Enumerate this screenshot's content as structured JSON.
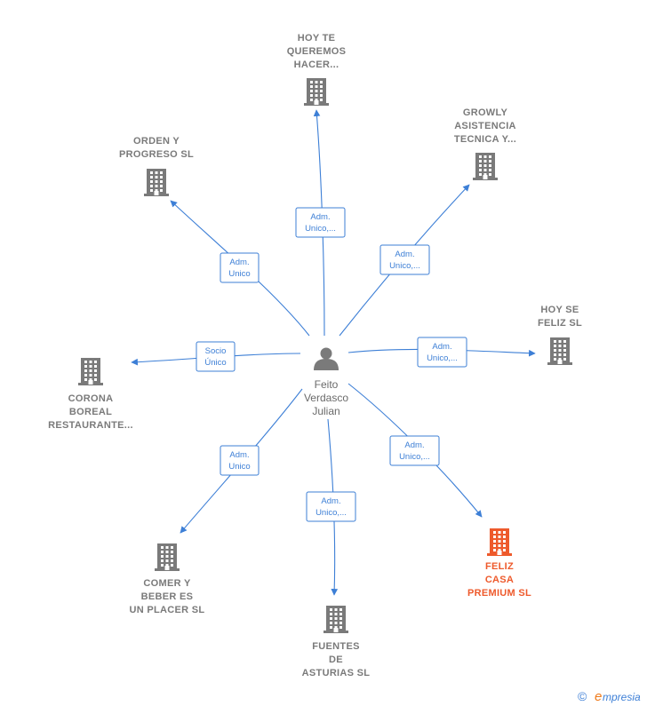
{
  "center": {
    "lines": [
      "Feito",
      "Verdasco",
      "Julian"
    ],
    "icon": "person-icon"
  },
  "companies": [
    {
      "id": "hoy-te-queremos",
      "lines": [
        "HOY TE",
        "QUEREMOS",
        "HACER..."
      ],
      "role": [
        "Adm.",
        "Unico,..."
      ],
      "highlight": false,
      "icon": "building-icon"
    },
    {
      "id": "growly",
      "lines": [
        "GROWLY",
        "ASISTENCIA",
        "TECNICA Y..."
      ],
      "role": [
        "Adm.",
        "Unico,..."
      ],
      "highlight": false,
      "icon": "building-icon"
    },
    {
      "id": "orden-progreso",
      "lines": [
        "ORDEN Y",
        "PROGRESO SL"
      ],
      "role": [
        "Adm.",
        "Unico"
      ],
      "highlight": false,
      "icon": "building-icon"
    },
    {
      "id": "hoy-se-feliz",
      "lines": [
        "HOY SE",
        "FELIZ  SL"
      ],
      "role": [
        "Adm.",
        "Unico,..."
      ],
      "highlight": false,
      "icon": "building-icon"
    },
    {
      "id": "corona-boreal",
      "lines": [
        "CORONA",
        "BOREAL",
        "RESTAURANTE..."
      ],
      "role": [
        "Socio",
        "Único"
      ],
      "highlight": false,
      "icon": "building-icon"
    },
    {
      "id": "feliz-casa",
      "lines": [
        "FELIZ",
        "CASA",
        "PREMIUM  SL"
      ],
      "role": [
        "Adm.",
        "Unico,..."
      ],
      "highlight": true,
      "icon": "building-icon"
    },
    {
      "id": "comer-beber",
      "lines": [
        "COMER Y",
        "BEBER ES",
        "UN PLACER  SL"
      ],
      "role": [
        "Adm.",
        "Unico"
      ],
      "highlight": false,
      "icon": "building-icon"
    },
    {
      "id": "fuentes-asturias",
      "lines": [
        "FUENTES",
        "DE",
        "ASTURIAS  SL"
      ],
      "role": [
        "Adm.",
        "Unico,..."
      ],
      "highlight": false,
      "icon": "building-icon"
    }
  ],
  "colors": {
    "edge": "#3d7fd6",
    "building": "#7a7a7a",
    "highlight": "#ee5a2c",
    "person": "#7a7a7a"
  },
  "footer": {
    "copyright": "©",
    "brand_initial": "e",
    "brand_rest": "mpresia"
  }
}
